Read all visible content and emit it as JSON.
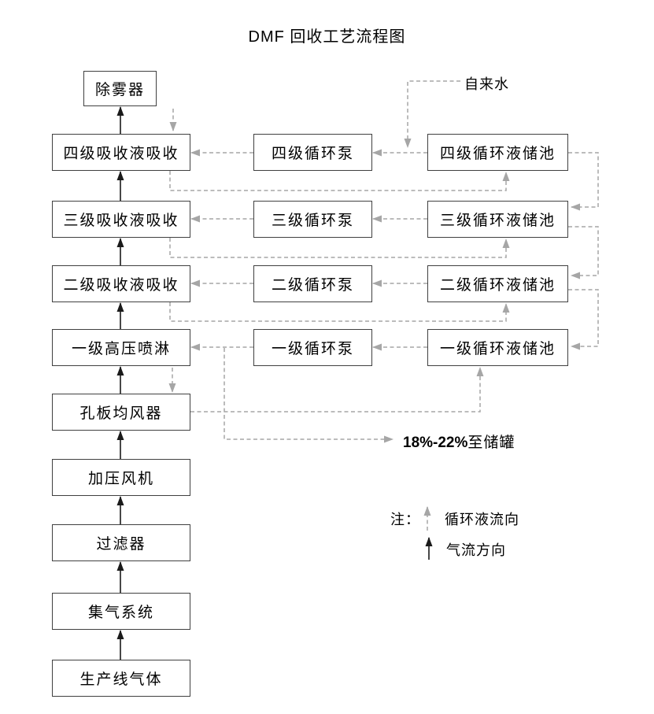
{
  "title": "DMF 回收工艺流程图",
  "nodes": {
    "demister": "除雾器",
    "absorb4": "四级吸收液吸收",
    "absorb3": "三级吸收液吸收",
    "absorb2": "二级吸收液吸收",
    "spray1": "一级高压喷淋",
    "distributor": "孔板均风器",
    "fan": "加压风机",
    "filter": "过滤器",
    "gas_collect": "集气系统",
    "production_gas": "生产线气体",
    "pump4": "四级循环泵",
    "pump3": "三级循环泵",
    "pump2": "二级循环泵",
    "pump1": "一级循环泵",
    "pool4": "四级循环液储池",
    "pool3": "三级循环液储池",
    "pool2": "二级循环液储池",
    "pool1": "一级循环液储池"
  },
  "labels": {
    "tap_water": "自来水",
    "to_storage_pct": "18%-22%",
    "to_storage_text": "至储罐",
    "note": "注：",
    "legend_circulation": "循环液流向",
    "legend_gas": "气流方向"
  },
  "colors": {
    "dashed_line": "#a6a6a6",
    "solid_line": "#1a1a1a",
    "box_border": "#404040"
  }
}
